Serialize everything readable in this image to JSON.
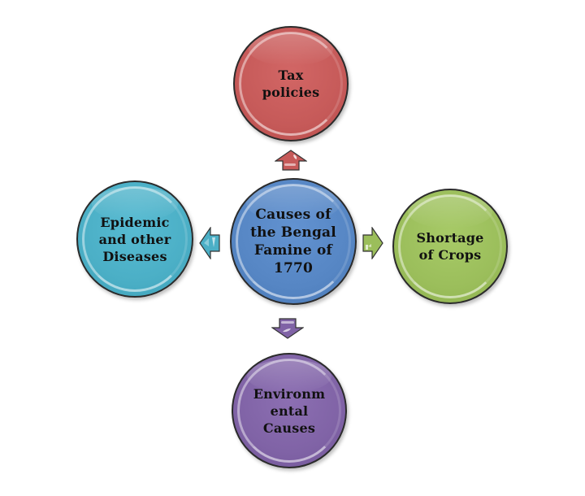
{
  "diagram": {
    "type": "radial-cycle",
    "center": {
      "label": "Causes of\nthe Bengal\nFamine of\n1770",
      "color": "#5686c4"
    },
    "nodes": [
      {
        "id": "top",
        "label": "Tax\npolicies",
        "color": "#c65a59",
        "arrow_direction": "up"
      },
      {
        "id": "left",
        "label": "Epidemic\nand other\nDiseases",
        "color": "#4bafc6",
        "arrow_direction": "left"
      },
      {
        "id": "right",
        "label": "Shortage\nof Crops",
        "color": "#9bbe5b",
        "arrow_direction": "right"
      },
      {
        "id": "bottom",
        "label": "Environm\nental\nCauses",
        "color": "#8063a6",
        "arrow_direction": "down"
      }
    ]
  }
}
